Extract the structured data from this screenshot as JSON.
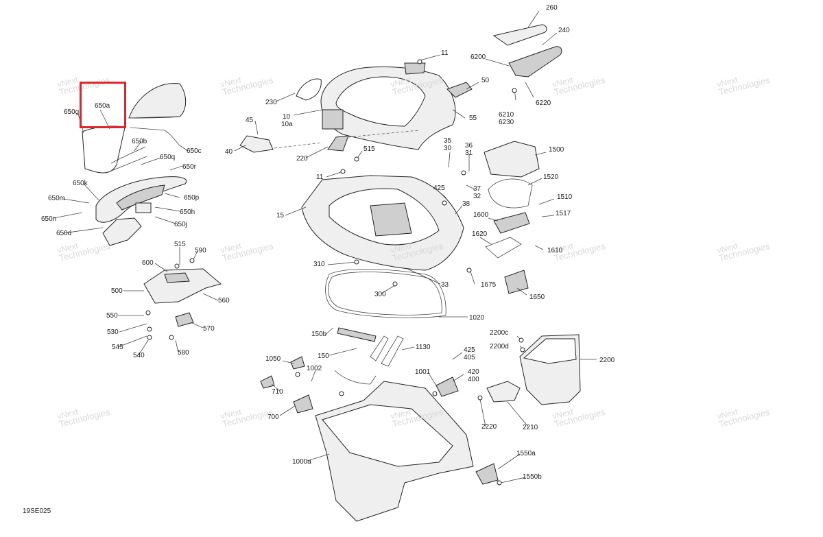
{
  "diagram": {
    "code": "19SE025",
    "highlighted_part": "650a",
    "watermark": {
      "line1": "vNext",
      "line2": "Technologies"
    }
  },
  "labels": [
    "260",
    "240",
    "11",
    "6200",
    "50",
    "6210",
    "6230",
    "6220",
    "230",
    "10",
    "10a",
    "55",
    "45",
    "40",
    "220",
    "515",
    "35",
    "30",
    "36",
    "31",
    "1500",
    "1520",
    "11",
    "425",
    "37",
    "32",
    "1510",
    "38",
    "15",
    "1600",
    "1517",
    "1620",
    "1610",
    "310",
    "33",
    "1675",
    "1650",
    "300",
    "1020",
    "150b",
    "1130",
    "150",
    "425",
    "405",
    "1050",
    "1002",
    "1001",
    "420",
    "400",
    "2200c",
    "2200d",
    "2200",
    "710",
    "700",
    "2220",
    "2210",
    "1000a",
    "1550a",
    "1550b",
    "650g",
    "650a",
    "650b",
    "650c",
    "650q",
    "650r",
    "650k",
    "650p",
    "650m",
    "650h",
    "650n",
    "650j",
    "650d",
    "600",
    "515",
    "590",
    "500",
    "560",
    "550",
    "530",
    "570",
    "545",
    "540",
    "580"
  ]
}
